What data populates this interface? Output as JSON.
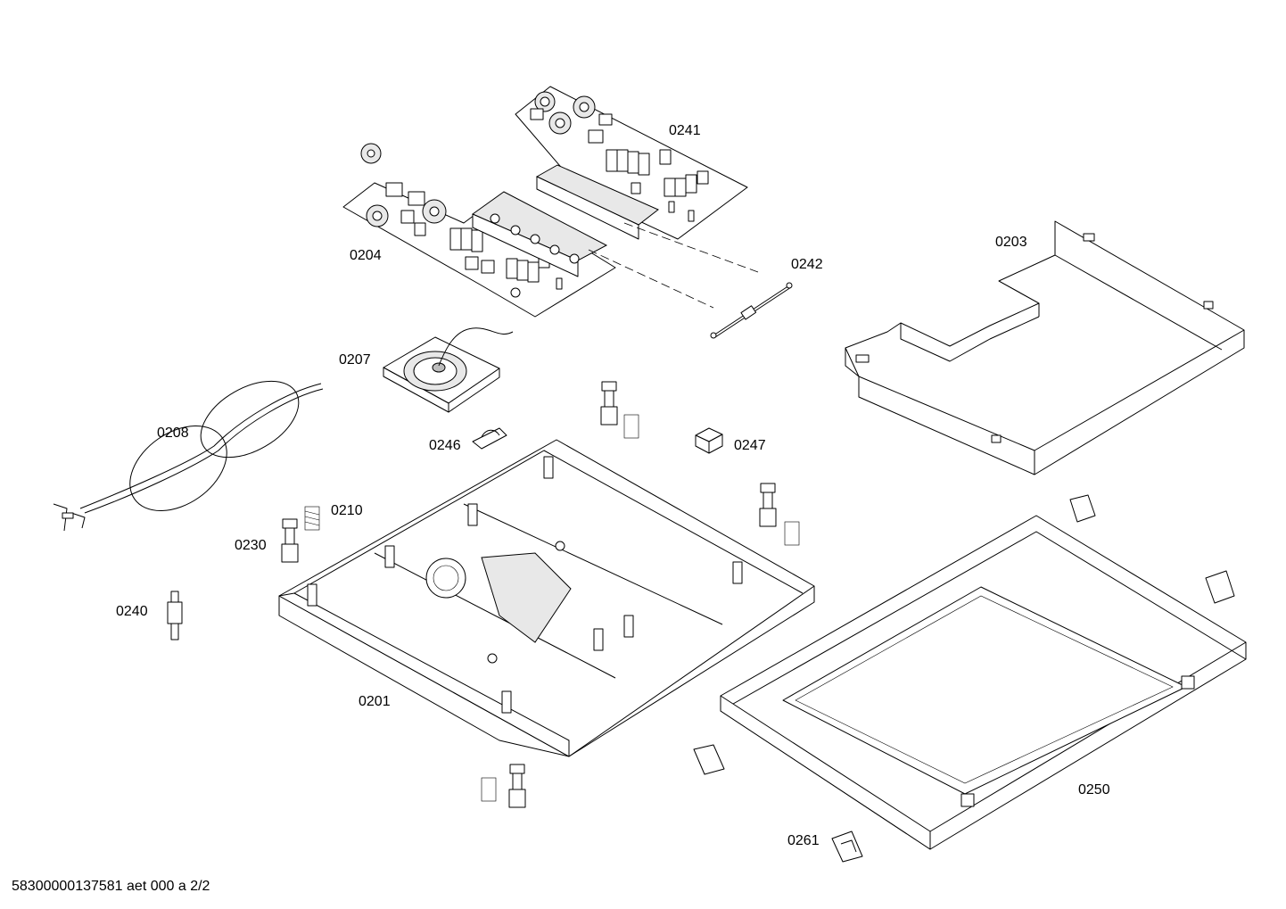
{
  "parts": [
    {
      "id": "p0241",
      "label": "0241"
    },
    {
      "id": "p0204",
      "label": "0204"
    },
    {
      "id": "p0242",
      "label": "0242"
    },
    {
      "id": "p0203",
      "label": "0203"
    },
    {
      "id": "p0207",
      "label": "0207"
    },
    {
      "id": "p0208",
      "label": "0208"
    },
    {
      "id": "p0246",
      "label": "0246"
    },
    {
      "id": "p0247",
      "label": "0247"
    },
    {
      "id": "p0210",
      "label": "0210"
    },
    {
      "id": "p0230",
      "label": "0230"
    },
    {
      "id": "p0240",
      "label": "0240"
    },
    {
      "id": "p0201",
      "label": "0201"
    },
    {
      "id": "p0250",
      "label": "0250"
    },
    {
      "id": "p0261",
      "label": "0261"
    }
  ],
  "footer": {
    "document_code": "58300000137581 aet 000 a 2/2"
  }
}
